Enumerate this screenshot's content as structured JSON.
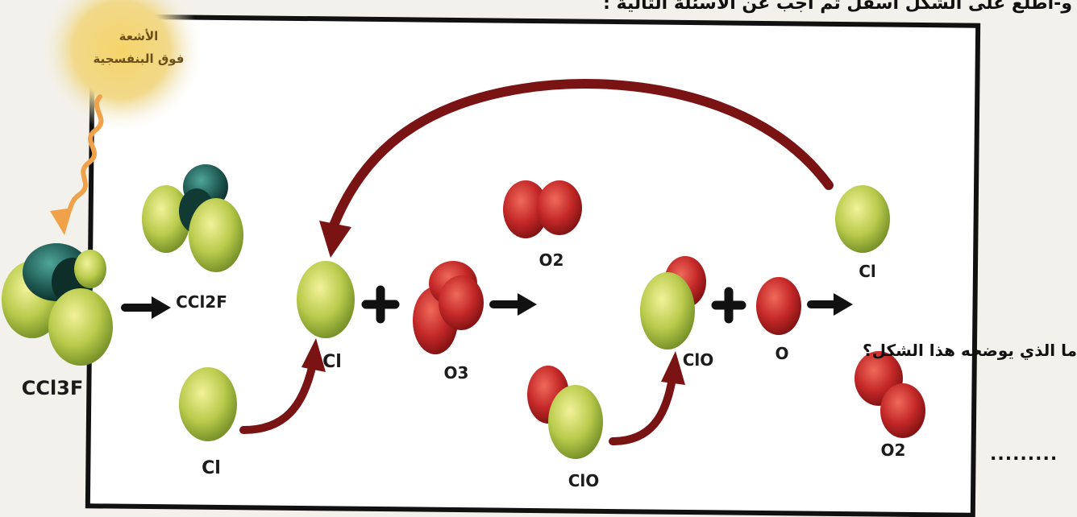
{
  "header": {
    "instruction": "و-اطلع على الشكل أسفل ثم أجب عن الأسئلة التالية :"
  },
  "sun": {
    "label_line1": "الأشعة",
    "label_line2": "فوق البنفسجية"
  },
  "molecules": {
    "cfcl3_left": "CCl3F",
    "ccl2f_product": "CCl2F",
    "cl_radical_bottom": "Cl",
    "cl_center": "Cl",
    "o3_center": "O3",
    "o2_top": "O2",
    "clo_bottom": "ClO",
    "clo_right": "ClO",
    "o_atom": "O",
    "cl_right": "Cl",
    "o2_right": "O2"
  },
  "side": {
    "question": "ما الذي يوضحه هذا الشكل؟",
    "dots": "........."
  },
  "colors": {
    "chlorine": "#b8c84a",
    "oxygen": "#c42a2a",
    "carbon": "#1f5a52",
    "arrow": "#7a1414"
  }
}
